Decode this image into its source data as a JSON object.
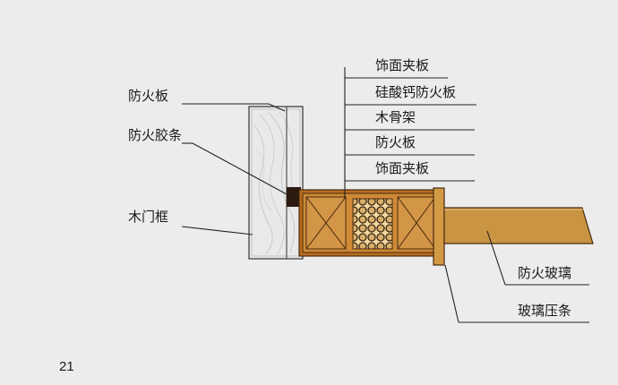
{
  "labels": {
    "fireproof_board_left": "防火板",
    "fire_strip": "防火胶条",
    "wood_frame": "木门框",
    "veneer_top": "饰面夹板",
    "calcium_silicate": "硅酸钙防火板",
    "wood_skeleton": "木骨架",
    "fireproof_board_right": "防火板",
    "veneer_bottom": "饰面夹板",
    "fire_glass": "防火玻璃",
    "glass_bead": "玻璃压条"
  },
  "page_number": "21",
  "colors": {
    "background": "#ececec",
    "frame_wood": "#e9e9e9",
    "frame_grain": "#c9c9c9",
    "veneer": "#b86d1e",
    "core_wood": "#cf8a36",
    "cross_brace": "#4a2a10",
    "glass": "#c99542",
    "bead": "#d39a45",
    "strip": "#2a1a10",
    "leader": "#222222"
  }
}
